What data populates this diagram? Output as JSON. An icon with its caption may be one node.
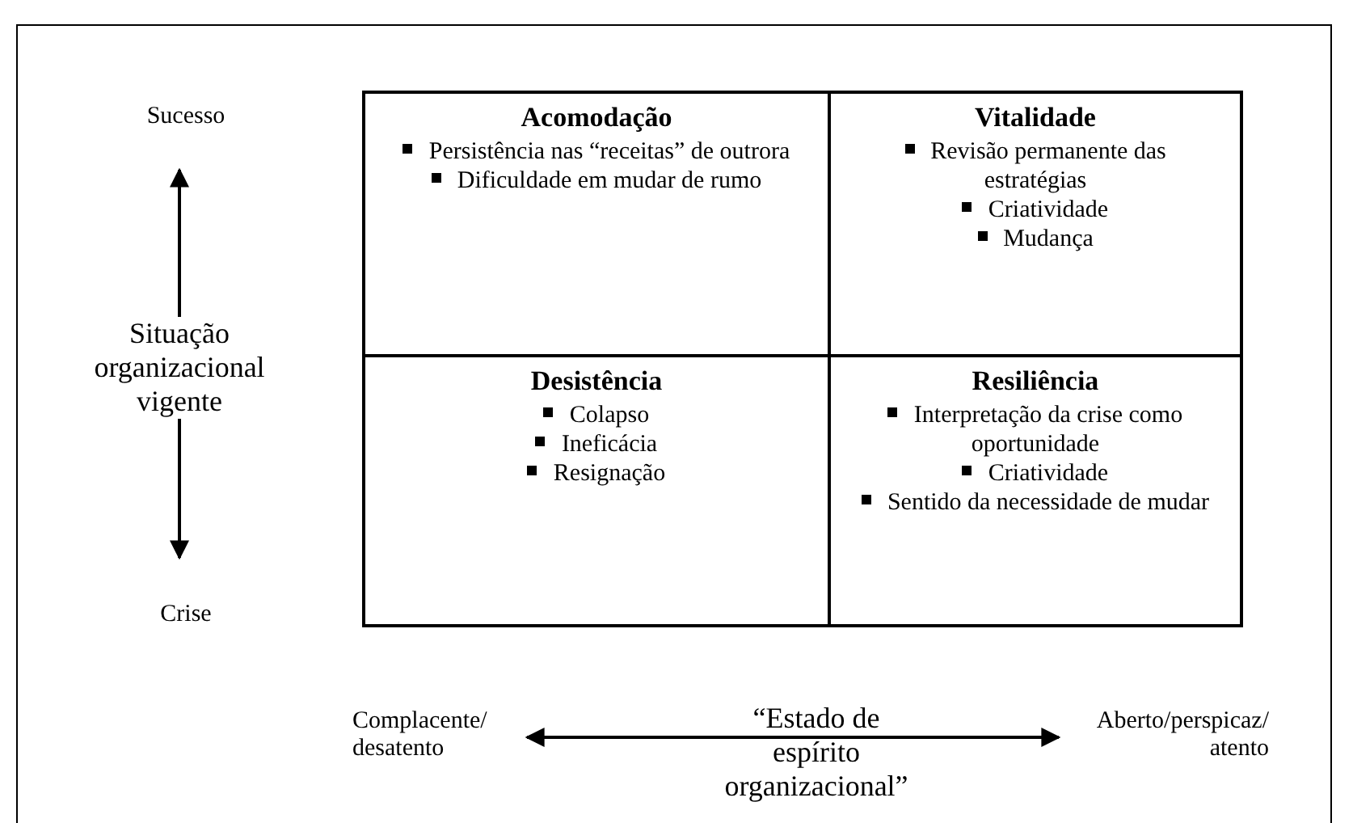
{
  "diagram": {
    "nodes": [
      {
        "text": [
          "Acomodação",
          "Persistência nas “receitas” de outrora",
          "Dificuldade em mudar de rumo"
        ]
      },
      {
        "text": [
          "Vitalidade",
          "Revisão permanente das estratégias",
          "Criatividade",
          "Mudança"
        ]
      },
      {
        "text": [
          "Desistência",
          "Colapso",
          "Ineficácia",
          "Resignação"
        ]
      },
      {
        "text": [
          "Resiliência",
          "Interpretação da crise como oportunidade",
          "Criatividade",
          "Sentido da necessidade de mudar"
        ]
      }
    ],
    "edges": [],
    "labels": [
      "Sucesso",
      "Situação organizacional vigente",
      "Crise",
      "Complacente/ desatento",
      "“Estado de espírito organizacional”",
      "Aberto/perspicaz/ atento"
    ]
  }
}
